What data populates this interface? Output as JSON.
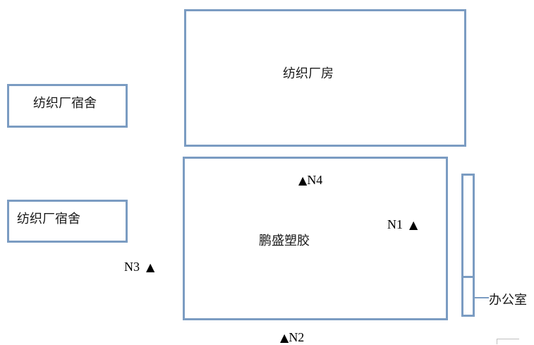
{
  "buildings": {
    "factory_building": "纺织厂房",
    "dorm_upper": "纺织厂宿舍",
    "dorm_lower": "纺织厂宿舍",
    "plant": "鹏盛塑胶",
    "office": "办公室"
  },
  "monitoring_points": {
    "n1": {
      "label": "N1",
      "symbol": "▲"
    },
    "n2": {
      "label": "N2",
      "symbol": "▲"
    },
    "n3": {
      "label": "N3",
      "symbol": "▲"
    },
    "n4": {
      "label": "N4",
      "symbol": "▲"
    }
  },
  "colors": {
    "outline": "#7b9cc2",
    "text": "#1a1a1a",
    "marker": "#000000"
  }
}
